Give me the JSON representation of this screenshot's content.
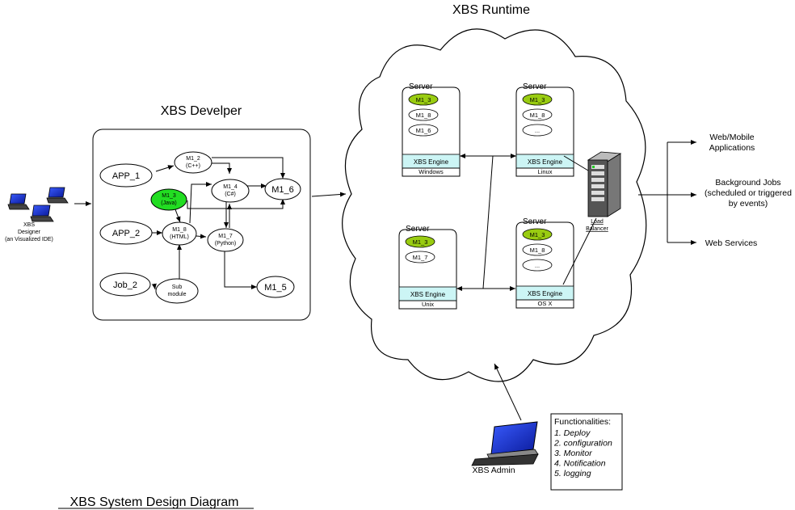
{
  "titles": {
    "runtime": "XBS Runtime",
    "developer": "XBS Develper",
    "caption": "XBS System Design Diagram"
  },
  "designer": {
    "line1": "XBS",
    "line2": "Designer",
    "line3": "(an Visualized IDE)"
  },
  "dev_nodes": {
    "app1": "APP_1",
    "app2": "APP_2",
    "job2": "Job_2",
    "m1_2": [
      "M1_2",
      "(C++)"
    ],
    "m1_3": [
      "M1_3",
      "(Java)"
    ],
    "m1_4": [
      "M1_4",
      "(C#)"
    ],
    "m1_6": "M1_6",
    "m1_8": [
      "M1_8",
      "(HTML)"
    ],
    "m1_7": [
      "M1_7",
      "(Python)"
    ],
    "m1_5": "M1_5",
    "submodule": [
      "Sub",
      "module"
    ]
  },
  "servers": [
    {
      "label": "Server",
      "modules": [
        "M1_3",
        "M1_8",
        "M1_6"
      ],
      "engine": "XBS Engine",
      "os": "Windows"
    },
    {
      "label": "Server",
      "modules": [
        "M1_3",
        "M1_8",
        "..."
      ],
      "engine": "XBS Engine",
      "os": "Linux"
    },
    {
      "label": "Server",
      "modules": [
        "M1_3",
        "M1_7"
      ],
      "engine": "XBS Engine",
      "os": "Unix"
    },
    {
      "label": "Server",
      "modules": [
        "M1_3",
        "M1_8",
        "..."
      ],
      "engine": "XBS Engine",
      "os": "OS X"
    }
  ],
  "load_balancer": [
    "Load",
    "Balancer"
  ],
  "outputs": {
    "web": [
      "Web/Mobile",
      "Applications"
    ],
    "jobs": [
      "Background Jobs",
      "(scheduled or triggered",
      "by events)"
    ],
    "services": "Web Services"
  },
  "admin": {
    "label": "XBS Admin",
    "func_title": "Functionalities:",
    "func_items": [
      "1. Deploy",
      "2. configuration",
      "3. Monitor",
      "4. Notification",
      "5. logging"
    ]
  },
  "colors": {
    "java_green": "#22dd22",
    "olive_module": "#99cc11",
    "engine_fill": "#ccf5f5",
    "screen_blue": "#1a2bd8"
  }
}
